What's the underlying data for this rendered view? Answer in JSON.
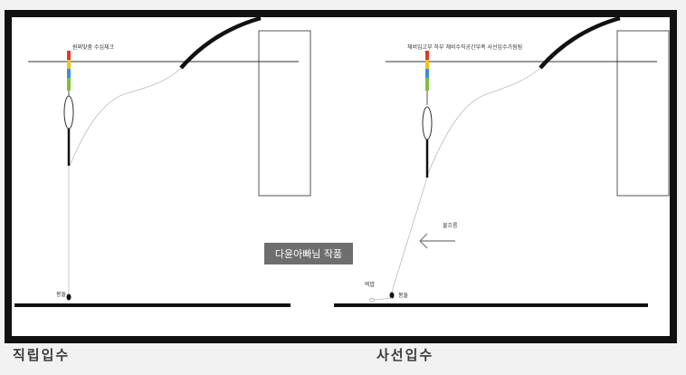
{
  "left_diagram": {
    "annotation": "원찌맞춤 수심체크",
    "sinker_label": "봉돌",
    "caption": "직립입수"
  },
  "right_diagram": {
    "annotation": "채비입고부 하부 채비수직공간부족 사선입수가됨됨",
    "current_label": "물흐름",
    "bait_label": "떡밥",
    "sinker_label": "봉돌",
    "caption": "사선입수"
  },
  "watermark": "다윤아빠님 작품",
  "colors": {
    "frame": "#111111",
    "float_red": "#d93a2b",
    "float_yellow": "#f0c419",
    "float_blue": "#3a8fd9",
    "float_green": "#7fbf3f",
    "watermark_bg": "#6e6e6e"
  }
}
